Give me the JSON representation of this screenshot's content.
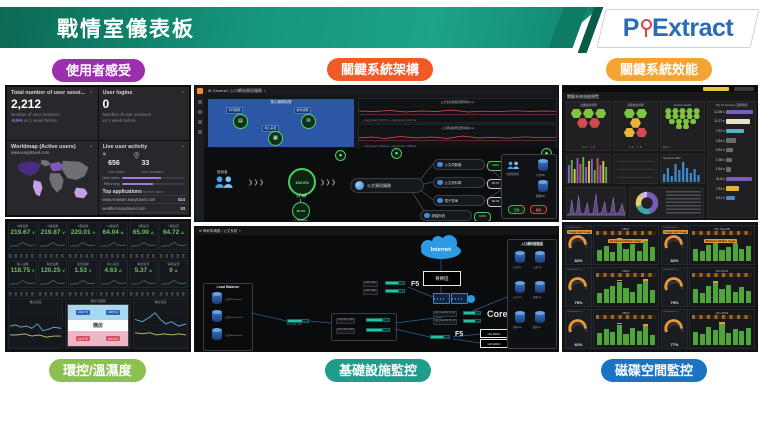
{
  "header": {
    "title": "戰情室儀表板",
    "logo_prefix": "P",
    "logo_suffix": "Extract"
  },
  "labels": [
    {
      "text": "使用者感受",
      "color": "#9b2fae"
    },
    {
      "text": "關鍵系統架構",
      "color": "#f05a28"
    },
    {
      "text": "關鍵系統效能",
      "color": "#f4a433"
    },
    {
      "text": "環控/溫濕度",
      "color": "#8cc152"
    },
    {
      "text": "基礎設施監控",
      "color": "#1e9c8c"
    },
    {
      "text": "磁碟空間監控",
      "color": "#1b73c1"
    }
  ],
  "user_dash": {
    "sessions": {
      "title": "Total number of user sessi...",
      "value": "2,212",
      "subtitle": "Number of user sessions",
      "delta": "-5.9%",
      "delta_note": "vs 1 week before"
    },
    "logins": {
      "title": "User logins",
      "value": "0",
      "subtitle": "Number of user sessions",
      "delta_note": "vs 1 week before"
    },
    "worldmap": {
      "title": "Worldmap (Active users)",
      "link": "www.easytravel.com"
    },
    "activity": {
      "title": "Live user activity",
      "live_users_value": "656",
      "live_users_label": "Live users",
      "live_locations_value": "33",
      "live_locations_label": "Live locations",
      "bar1_label": "New users",
      "bar2_label": "Returning",
      "top_apps_title": "Top applications",
      "top_apps_note": "by live users",
      "top_apps": [
        {
          "name": "www.vmware.easytravel.com",
          "value": "524"
        },
        {
          "name": "weather.easytravel.com",
          "value": "93"
        },
        {
          "name": "www.sscr.easytravel.com",
          "value": "77"
        }
      ]
    }
  },
  "env_dash": {
    "stats": [
      {
        "title": "R相電壓",
        "value": "219.67",
        "unit": "V"
      },
      {
        "title": "S相電壓",
        "value": "219.87",
        "unit": "V"
      },
      {
        "title": "T相電壓",
        "value": "220.01",
        "unit": "V"
      },
      {
        "title": "R相電流",
        "value": "64.04",
        "unit": "A"
      },
      {
        "title": "S相電流",
        "value": "65.00",
        "unit": "A"
      },
      {
        "title": "T相電流",
        "value": "64.72",
        "unit": "A"
      },
      {
        "title": "輸入電壓",
        "value": "118.75",
        "unit": "V"
      },
      {
        "title": "輸出電壓",
        "value": "120.25",
        "unit": "V"
      },
      {
        "title": "電池電壓",
        "value": "1.53",
        "unit": "V"
      },
      {
        "title": "輸入電流",
        "value": "4.63",
        "unit": "A"
      },
      {
        "title": "輸出電流",
        "value": "5.37",
        "unit": "A"
      },
      {
        "title": "旁路電流",
        "value": "0",
        "unit": "A"
      }
    ],
    "charts": {
      "left_title": "機房溫度",
      "right_title": "機房濕度"
    },
    "room": {
      "title": "機房平面圖",
      "top_left": "26.0 ℃",
      "top_right": "48.5 %",
      "center": "機房",
      "bottom_left": "24.5 ℃",
      "bottom_right": "55.0 %"
    }
  },
  "arch_dash": {
    "breadcrumb": "⊞  General / 入口網站資訊服務  ☆",
    "blue_panel": {
      "title": "核心服務狀態",
      "nodes": [
        "列印服務",
        "郵件服務",
        "核心系統"
      ]
    },
    "charts": [
      {
        "title": "公文系統服務回應時間(ms)",
        "legend": "— Avg  Current: 35.07 ms    — Avg  Current: 21.03 ms"
      },
      {
        "title": "入口網站服務回應時間(ms)",
        "legend": "— Avg  Current: 99.03 ms    — Avg  Current: 12.85 ms"
      }
    ],
    "flow": {
      "user_label": "使用者",
      "arrow": "❯❯❯",
      "portal_value": "100.0%",
      "portal_label": "入口網",
      "backup_value": "99.3%",
      "backup_label": "入口網(備援)",
      "hub_label": "公文資訊服務",
      "pills": [
        {
          "label": "公文伺服器",
          "badge": "100%"
        },
        {
          "label": "公文資料庫",
          "badge": "98.7%"
        },
        {
          "label": "電子表單",
          "badge": "99.1%"
        },
        {
          "label": "歸檔系統",
          "badge": "100%"
        }
      ],
      "panel": {
        "users": "內部使用者",
        "db1": "公文DB",
        "db2": "備援DB",
        "ok": "正常",
        "fail": "異常"
      }
    }
  },
  "perf_dash": {
    "title": "關鍵系統效能總覽",
    "hex_panels": [
      {
        "title": "主機健康狀態",
        "rows": [
          [
            "g",
            "g",
            "g"
          ],
          [
            "r",
            "r"
          ]
        ],
        "ok": "3 ✔",
        "bad": "2 ✘"
      },
      {
        "title": "流程健康狀態",
        "rows": [
          [
            "g",
            "g"
          ],
          [
            "y"
          ],
          [
            "y",
            "r"
          ]
        ],
        "ok": "2 ✔",
        "bad": "1 ✘"
      },
      {
        "title": "Service health",
        "rows": [
          [
            "g",
            "g",
            "g",
            "g",
            "g"
          ],
          [
            "g",
            "g",
            "g",
            "g",
            "g"
          ],
          [
            "g",
            "g",
            "g",
            "g"
          ],
          [
            "g",
            "g"
          ]
        ],
        "ok": "16 ✔",
        "bad": ""
      }
    ],
    "services_title": "Top 10 Services 回應時間",
    "services": [
      {
        "value": "12.08 s",
        "color": "#7a5cc0",
        "w": 62
      },
      {
        "value": "11.07 s",
        "color": "#e8e2c8",
        "w": 54
      },
      {
        "value": "7.92 s",
        "color": "#4fb4c4",
        "w": 42
      },
      {
        "value": "3.54 s",
        "color": "#6a6a70",
        "w": 22
      },
      {
        "value": "2.52 s",
        "color": "#6a6a70",
        "w": 17
      },
      {
        "value": "1.98 s",
        "color": "#6a6a70",
        "w": 14
      },
      {
        "value": "1.54 s",
        "color": "#6a6a70",
        "w": 11
      },
      {
        "value": "31.8 k",
        "color": "#7a5cc0",
        "w": 58
      },
      {
        "value": "7.92 k",
        "color": "#e0b43c",
        "w": 30
      },
      {
        "value": "5.21 k",
        "color": "#4f86c8",
        "w": 20
      }
    ],
    "network_title": "Network traffic"
  },
  "infra_dash": {
    "breadcrumb": "⊞  骨幹架構圖 / 公文系統  ☆",
    "internet": "Internet",
    "backbone": "骨幹區",
    "core": "Core",
    "core_sw1": "HQ_CoreSW_1F_01",
    "core_sw2": "HQ_CoreSW_1F_02",
    "load_balance": "Load Balance",
    "servers": [
      "公文Web Server1",
      "公文Web Server2",
      "公文Web Server3"
    ],
    "dmz_sw": "FW_DMZ_SW1",
    "fw1": "FW_DMZ_FW1",
    "fw2": "FW_DMZ_FW2",
    "lb1": "DMZ_LB01",
    "lb2": "DMZ_LB02",
    "f5": "F5",
    "waf1": "HQ-WAF1",
    "waf2": "HQ-WAF2",
    "zone": {
      "title": "入口網伺服器區",
      "items": [
        "公文DB1",
        "公文DB2",
        "公文DB3",
        "表單DB1",
        "表單DB2",
        "檔案DB"
      ]
    }
  },
  "disk_dash": {
    "groups": [
      {
        "gauge_title": "OS Extend C w...",
        "gauge": "82%",
        "title": "DB01",
        "tag": "Usage Last Usage",
        "note": "OS Extend C$ Disk Usage",
        "bars": [
          45,
          62,
          38,
          85,
          50,
          68,
          42,
          80,
          55
        ]
      },
      {
        "gauge_title": "OS Extend C w...",
        "gauge": "82%",
        "title": "Win WebDB",
        "tag": "Usage Last Usage",
        "note": "Windows C$ Disk Usage",
        "bars": [
          50,
          40,
          66,
          78,
          44,
          58,
          72,
          48,
          62
        ]
      },
      {
        "gauge_title": "OS Extend C w...",
        "gauge": "76%",
        "title": "DB02",
        "bars": [
          40,
          55,
          70,
          85,
          60,
          45,
          75,
          88,
          52
        ]
      },
      {
        "gauge_title": "OS Extend C w...",
        "gauge": "79%",
        "title": "Win AP01",
        "bars": [
          55,
          42,
          68,
          80,
          58,
          72,
          46,
          64,
          50
        ]
      },
      {
        "gauge_title": "OS Extend C w...",
        "gauge": "81%",
        "title": "DB03",
        "bars": [
          48,
          66,
          54,
          82,
          44,
          70,
          58,
          76,
          40
        ]
      },
      {
        "gauge_title": "OS Extend C w...",
        "gauge": "77%",
        "title": "Win AP02",
        "bars": [
          52,
          44,
          74,
          60,
          84,
          48,
          66,
          56,
          70
        ]
      }
    ]
  }
}
